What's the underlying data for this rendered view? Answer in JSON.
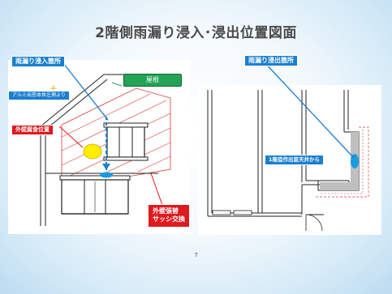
{
  "slide": {
    "title": "2階側雨漏り浸入･浸出位置図面",
    "page_number": "7"
  },
  "left": {
    "callout_entry": "雨漏り浸入箇所",
    "callout_alu": "アルミ出窓本体左側より",
    "callout_roof": "屋根",
    "callout_wall_decay": "外壁腐食位置",
    "callout_replace_line1": "外壁張替",
    "callout_replace_line2": "サッシ交換"
  },
  "right": {
    "callout_exit": "雨漏り浸出箇所",
    "callout_ceiling": "1階造作出窓天井から"
  },
  "colors": {
    "accent_blue": "#1a7fd0",
    "accent_red": "#e0191f",
    "accent_green": "#23a356",
    "marker_yellow": "#ffee00"
  }
}
